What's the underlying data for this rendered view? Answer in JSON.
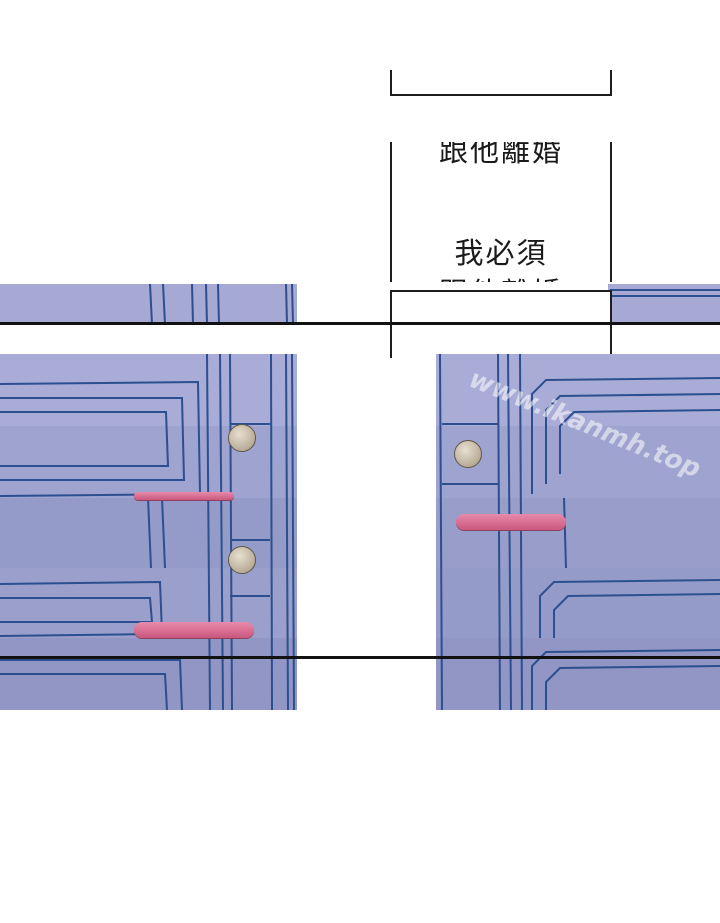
{
  "dialogue": {
    "partial_line": "跟他離婚",
    "line1": "我必須",
    "line2": "跟他離婚"
  },
  "watermark": {
    "text": "www.ikanmh.top"
  },
  "colors": {
    "door": "#a6a9d3",
    "door_dark": "#9297c4",
    "line": "#2b4f8f",
    "handle": "#d96590",
    "border": "#121212"
  },
  "icons": [
    "door-knob-icon",
    "door-handle-icon"
  ]
}
